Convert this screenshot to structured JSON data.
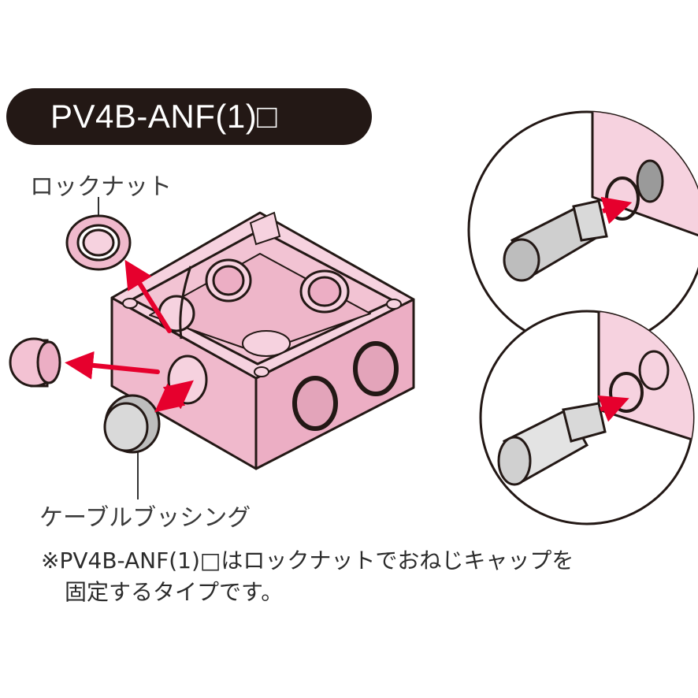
{
  "title": "PV4B-ANF(1)□",
  "labels": {
    "locknut": "ロックナット",
    "cable_bushing": "ケーブルブッシング"
  },
  "note": {
    "line1": "※PV4B-ANF(1)□はロックナットでおねじキャップを",
    "line2": "固定するタイプです。"
  },
  "colors": {
    "box_pink": "#f2c6d6",
    "arrow_red": "#e6002d",
    "title_bg": "#231815",
    "bushing_gray": "#cfcfcf"
  },
  "icons": [
    "arrow-icon",
    "circle-magnifier-icon"
  ]
}
